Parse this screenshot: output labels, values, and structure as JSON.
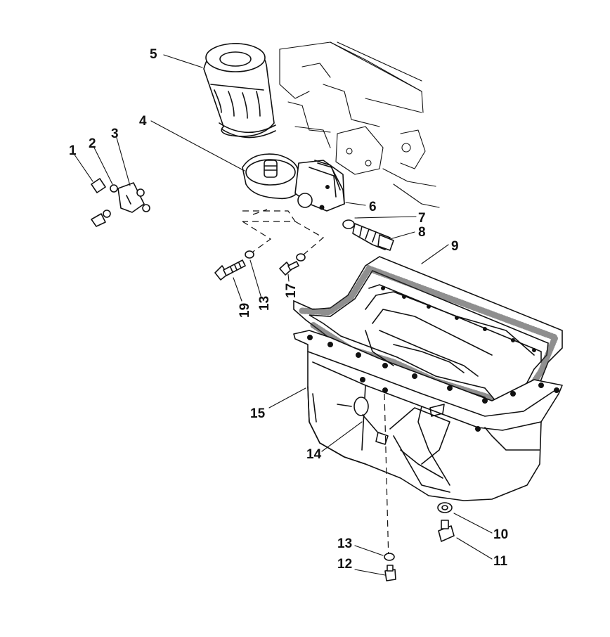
{
  "callouts": [
    {
      "id": "c1",
      "text": "1"
    },
    {
      "id": "c2",
      "text": "2"
    },
    {
      "id": "c3",
      "text": "3"
    },
    {
      "id": "c4",
      "text": "4"
    },
    {
      "id": "c5",
      "text": "5"
    },
    {
      "id": "c6",
      "text": "6"
    },
    {
      "id": "c7",
      "text": "7"
    },
    {
      "id": "c8",
      "text": "8"
    },
    {
      "id": "c9",
      "text": "9"
    },
    {
      "id": "c10",
      "text": "10"
    },
    {
      "id": "c11",
      "text": "11"
    },
    {
      "id": "c12",
      "text": "12"
    },
    {
      "id": "c13a",
      "text": "13"
    },
    {
      "id": "c13b",
      "text": "13"
    },
    {
      "id": "c14",
      "text": "14"
    },
    {
      "id": "c15",
      "text": "15"
    },
    {
      "id": "c17",
      "text": "17"
    },
    {
      "id": "c19",
      "text": "19"
    }
  ]
}
